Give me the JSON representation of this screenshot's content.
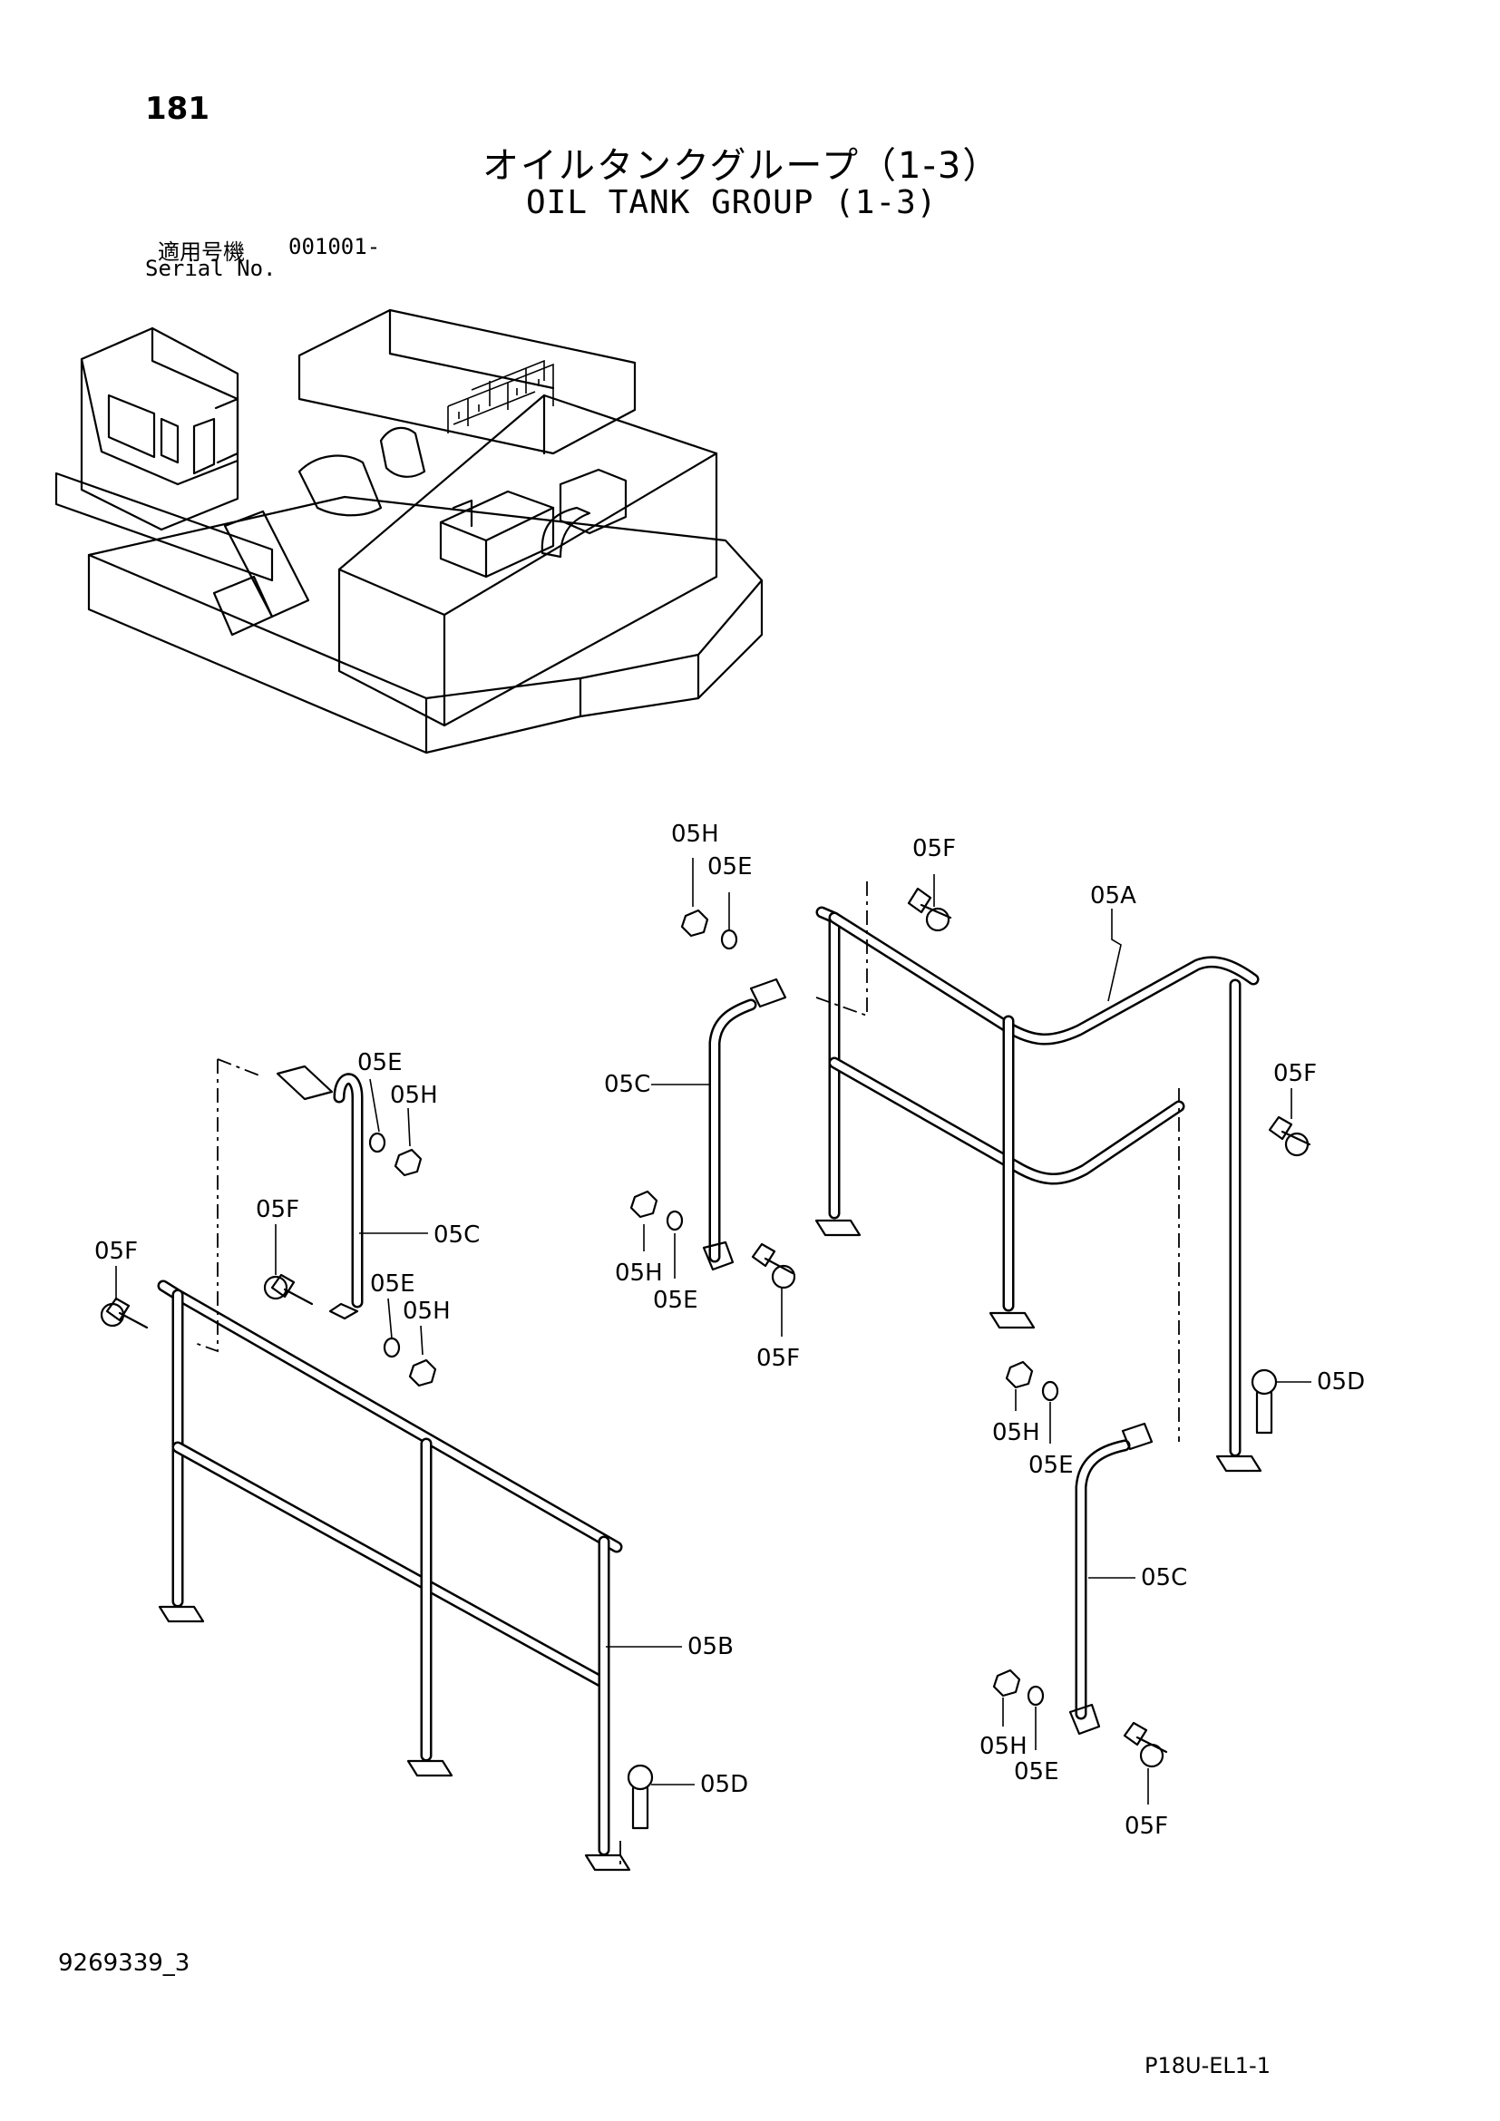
{
  "page_number": "181",
  "title_jp": "オイルタンクグループ（1-3）",
  "title_en": "OIL TANK GROUP (1-3)",
  "serial": {
    "label_jp": "適用号機",
    "number": "001001-",
    "label_en": "Serial No."
  },
  "callouts": {
    "part_05a": "05A",
    "part_05b": "05B",
    "part_05c": "05C",
    "part_05d": "05D",
    "part_05e": "05E",
    "part_05f": "05F",
    "part_05h": "05H"
  },
  "footer": {
    "doc_code": "9269339_3",
    "page_code": "P18U-EL1-1"
  }
}
